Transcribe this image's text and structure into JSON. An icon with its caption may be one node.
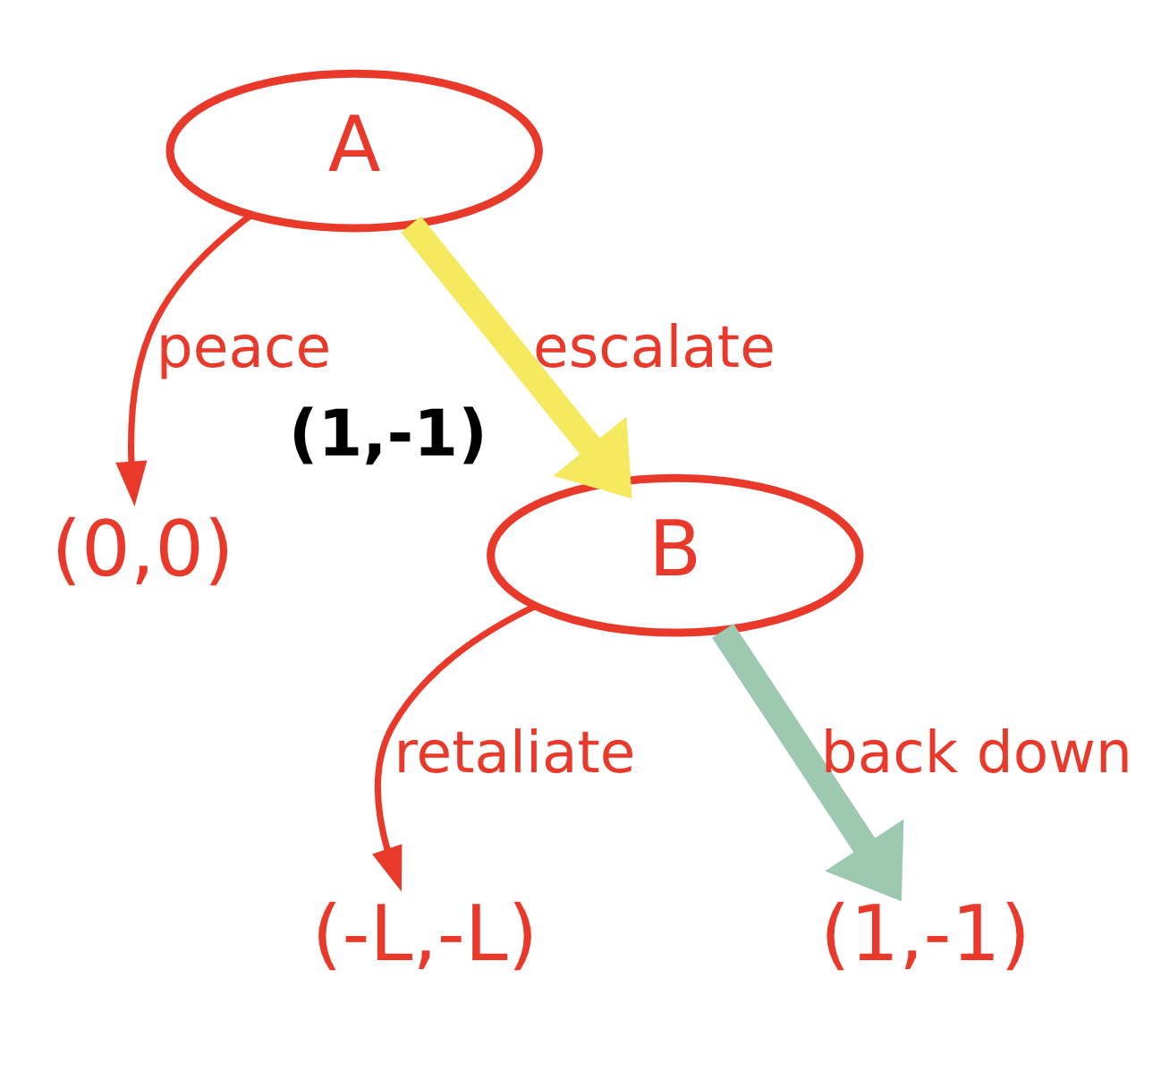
{
  "diagram": {
    "nodes": [
      {
        "text": [
          "A"
        ]
      },
      {
        "text": [
          "(0,0)"
        ]
      },
      {
        "text": [
          "B"
        ],
        "beside": [
          "(1,-1)"
        ]
      },
      {
        "text": [
          "(-L,-L)"
        ]
      },
      {
        "text": [
          "(1,-1)"
        ]
      }
    ],
    "edges": [
      {
        "from": 0,
        "to": 1,
        "arrow": "to",
        "label": "peace"
      },
      {
        "from": 0,
        "to": 2,
        "arrow": "to",
        "label": "escalate",
        "style": "thick",
        "color": "#f5e960"
      },
      {
        "from": 2,
        "to": 3,
        "arrow": "to",
        "label": "retaliate"
      },
      {
        "from": 2,
        "to": 4,
        "arrow": "to",
        "label": "back down",
        "style": "thick",
        "color": "#9cc9b0"
      }
    ]
  }
}
